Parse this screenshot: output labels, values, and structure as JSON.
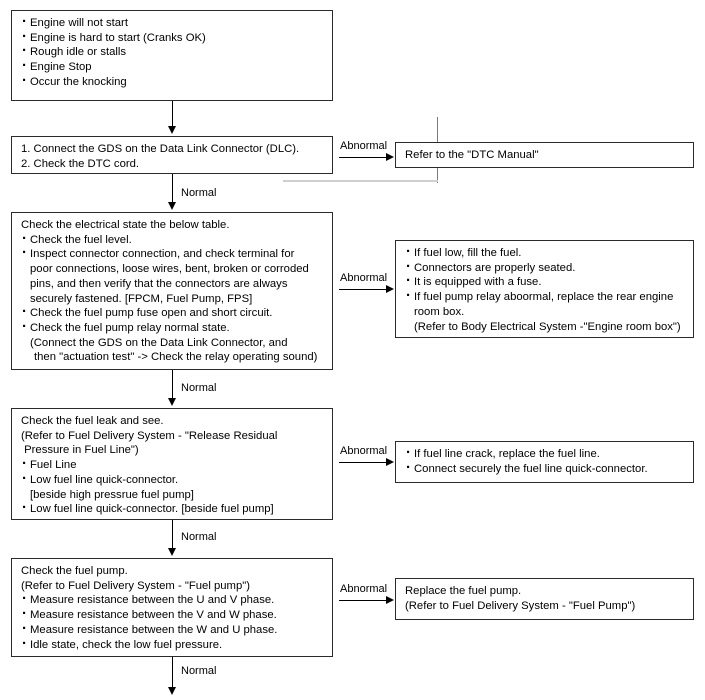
{
  "diagram": {
    "title": "Fuel system troubleshooting flowchart",
    "accent_color": "#2b2b2b",
    "edge_labels": {
      "abnormal": "Abnormal",
      "normal": "Normal"
    },
    "nodes": {
      "symptoms": {
        "name": "symptom-box",
        "lines": [
          {
            "type": "bullet",
            "text": "Engine will not start"
          },
          {
            "type": "bullet",
            "text": "Engine is hard to start (Cranks OK)"
          },
          {
            "type": "bullet",
            "text": "Rough idle or stalls"
          },
          {
            "type": "bullet",
            "text": "Engine Stop"
          },
          {
            "type": "bullet",
            "text": "Occur the knocking"
          }
        ]
      },
      "step1": {
        "name": "step-gds-dtc",
        "lines": [
          {
            "type": "plain",
            "text": "1. Connect the GDS on the Data Link Connector (DLC)."
          },
          {
            "type": "plain",
            "text": "2. Check the DTC cord."
          }
        ]
      },
      "result1": {
        "name": "result-dtc-manual",
        "lines": [
          {
            "type": "plain",
            "text": "Refer to the \"DTC Manual\""
          }
        ]
      },
      "step2": {
        "name": "step-electrical-state",
        "lines": [
          {
            "type": "plain",
            "text": "Check the electrical state the below table."
          },
          {
            "type": "bullet",
            "text": "Check the fuel level."
          },
          {
            "type": "bullet",
            "text": "Inspect connector connection, and check terminal for"
          },
          {
            "type": "cont",
            "text": "poor connections, loose wires, bent, broken or corroded"
          },
          {
            "type": "cont",
            "text": "pins, and then verify that the connectors are always"
          },
          {
            "type": "cont",
            "text": "securely fastened. [FPCM, Fuel Pump, FPS]"
          },
          {
            "type": "bullet",
            "text": "Check the fuel pump fuse open and short circuit."
          },
          {
            "type": "bullet",
            "text": "Check the fuel pump relay normal state."
          },
          {
            "type": "cont",
            "text": "(Connect the GDS on the Data Link Connector, and"
          },
          {
            "type": "cont2",
            "text": "then \"actuation test\" -> Check the relay operating sound)"
          }
        ]
      },
      "result2": {
        "name": "result-electrical-actions",
        "lines": [
          {
            "type": "bullet",
            "text": "If fuel low, fill the fuel."
          },
          {
            "type": "bullet",
            "text": "Connectors are properly seated."
          },
          {
            "type": "bullet",
            "text": "It is equipped with a fuse."
          },
          {
            "type": "bullet",
            "text": "If fuel pump relay aboormal, replace the rear engine"
          },
          {
            "type": "cont",
            "text": "room box."
          },
          {
            "type": "cont",
            "text": "(Refer to Body Electrical System -\"Engine room box\")"
          }
        ]
      },
      "step3": {
        "name": "step-fuel-leak",
        "lines": [
          {
            "type": "plain",
            "text": "Check the fuel leak and see."
          },
          {
            "type": "plain",
            "text": "(Refer to Fuel Delivery System - \"Release Residual"
          },
          {
            "type": "plain",
            "text": " Pressure in Fuel Line\")"
          },
          {
            "type": "bullet",
            "text": "Fuel Line"
          },
          {
            "type": "bullet",
            "text": "Low fuel line quick-connector."
          },
          {
            "type": "cont",
            "text": "[beside high pressrue fuel pump]"
          },
          {
            "type": "bullet",
            "text": "Low fuel line quick-connector. [beside fuel pump]"
          }
        ]
      },
      "result3": {
        "name": "result-fuel-line-actions",
        "lines": [
          {
            "type": "bullet",
            "text": "If fuel line crack, replace the fuel line."
          },
          {
            "type": "bullet",
            "text": "Connect securely the fuel line quick-connector."
          }
        ]
      },
      "step4": {
        "name": "step-fuel-pump",
        "lines": [
          {
            "type": "plain",
            "text": "Check the fuel pump."
          },
          {
            "type": "plain",
            "text": "(Refer to Fuel Delivery System - \"Fuel pump\")"
          },
          {
            "type": "bullet",
            "text": "Measure resistance between the U and V phase."
          },
          {
            "type": "bullet",
            "text": "Measure resistance between the V and W phase."
          },
          {
            "type": "bullet",
            "text": "Measure resistance between the W and U phase."
          },
          {
            "type": "bullet",
            "text": "Idle state, check the low fuel pressure."
          }
        ]
      },
      "result4": {
        "name": "result-replace-fuel-pump",
        "lines": [
          {
            "type": "plain",
            "text": "Replace the fuel pump."
          },
          {
            "type": "plain",
            "text": "(Refer to Fuel Delivery System - \"Fuel Pump\")"
          }
        ]
      }
    }
  }
}
